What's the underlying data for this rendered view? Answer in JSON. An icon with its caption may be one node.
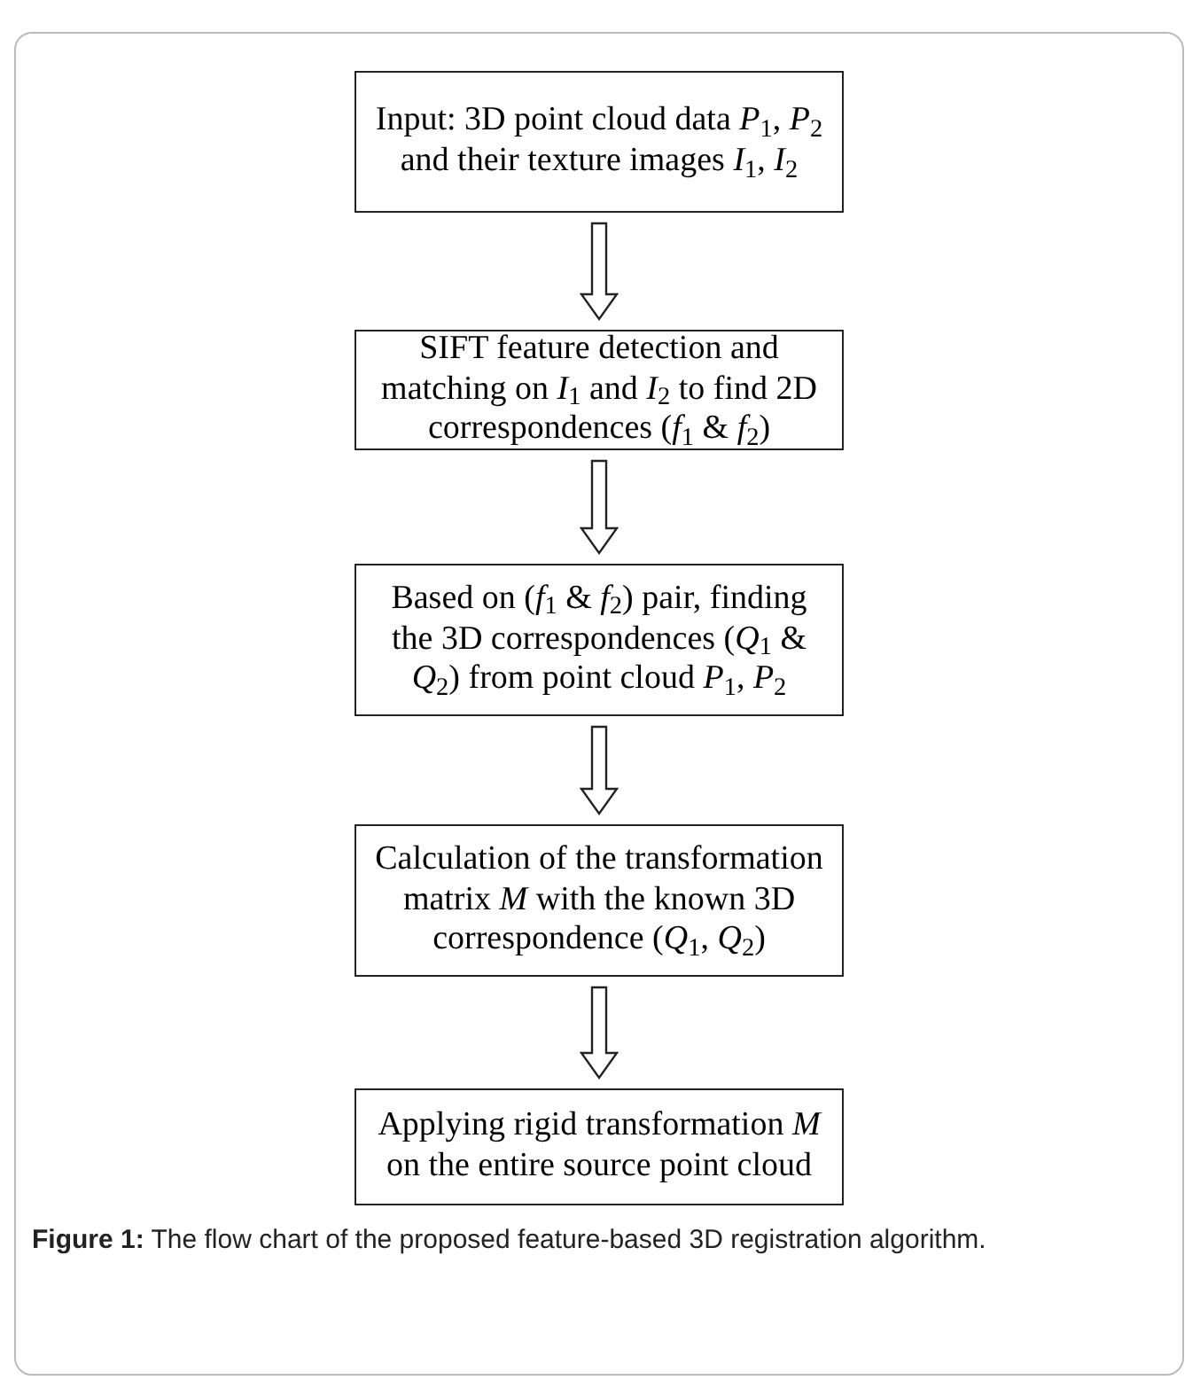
{
  "diagram": {
    "caption": "**Figure 1:** The flow chart of the proposed feature-based 3D registration algorithm.",
    "nodes": [
      {
        "text": [
          "Input: 3D point cloud data *P*$_{1}$, *P*$_{2}$ and their texture images *I*$_{1}$, *I*$_{2}$"
        ]
      },
      {
        "text": [
          "SIFT feature detection and matching on *I*$_{1}$ and *I*$_{2}$ to find 2D correspondences (*f*$_{1}$ & *f*$_{2}$)"
        ]
      },
      {
        "text": [
          "Based on (*f*$_{1}$ & *f*$_{2}$) pair, finding the 3D correspondences (*Q*$_{1}$ & *Q*$_{2}$) from point cloud *P*$_{1}$, *P*$_{2}$"
        ]
      },
      {
        "text": [
          "Calculation of the transformation matrix *M* with the known 3D correspondence (*Q*$_{1}$, *Q*$_{2}$)"
        ]
      },
      {
        "text": [
          "Applying rigid transformation *M* on the entire source point cloud"
        ]
      }
    ],
    "edges": [
      {
        "from": 0,
        "to": 1,
        "arrow": "to"
      },
      {
        "from": 1,
        "to": 2,
        "arrow": "to"
      },
      {
        "from": 2,
        "to": 3,
        "arrow": "to"
      },
      {
        "from": 3,
        "to": 4,
        "arrow": "to"
      }
    ]
  }
}
